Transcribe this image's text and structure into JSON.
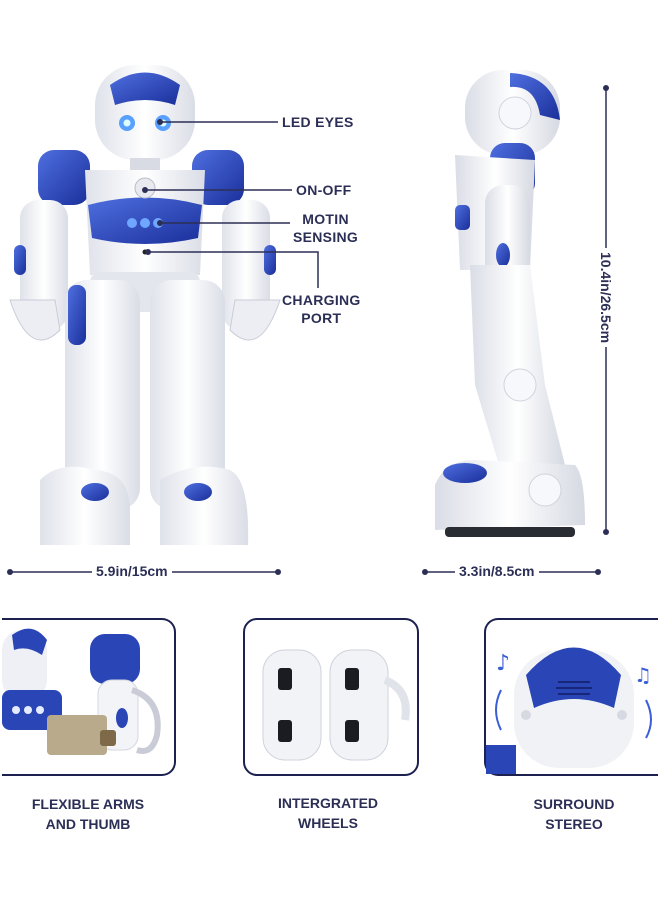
{
  "colors": {
    "accent": "#1f3aa8",
    "text": "#2c2f55",
    "body": "#f4f5f8"
  },
  "callouts": {
    "led_eyes": "LED EYES",
    "on_off": "ON-OFF",
    "motion_line1": "MOTIN",
    "motion_line2": "SENSING",
    "charging_line1": "CHARGING",
    "charging_line2": "PORT"
  },
  "dimensions": {
    "front_width": "5.9in/15cm",
    "side_depth": "3.3in/8.5cm",
    "height": "10.4in/26.5cm"
  },
  "features": [
    {
      "line1": "FLEXIBLE ARMS",
      "line2": "AND THUMB"
    },
    {
      "line1": "INTERGRATED",
      "line2": "WHEELS"
    },
    {
      "line1": "SURROUND",
      "line2": "STEREO"
    }
  ]
}
